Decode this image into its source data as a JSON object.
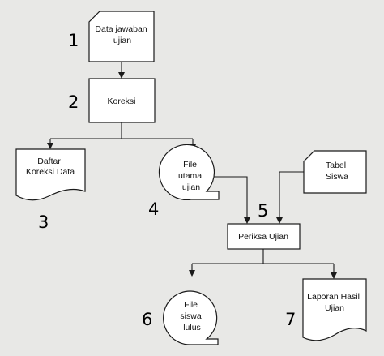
{
  "nodes": {
    "data_jawaban": {
      "lines": [
        "Data jawaban",
        "ujian"
      ]
    },
    "koreksi": {
      "lines": [
        "Koreksi"
      ]
    },
    "daftar_koreksi": {
      "lines": [
        "Daftar",
        "Koreksi Data"
      ]
    },
    "file_utama": {
      "lines": [
        "File",
        "utama",
        "ujian"
      ]
    },
    "tabel_siswa": {
      "lines": [
        "Tabel",
        "Siswa"
      ]
    },
    "periksa_ujian": {
      "lines": [
        "Periksa Ujian"
      ]
    },
    "file_siswa_lulus": {
      "lines": [
        "File",
        "siswa",
        "lulus"
      ]
    },
    "laporan_hasil": {
      "lines": [
        "Laporan Hasil",
        "Ujian"
      ]
    }
  },
  "numbers": {
    "n1": "1",
    "n2": "2",
    "n3": "3",
    "n4": "4",
    "n5": "5",
    "n6": "6",
    "n7": "7"
  }
}
